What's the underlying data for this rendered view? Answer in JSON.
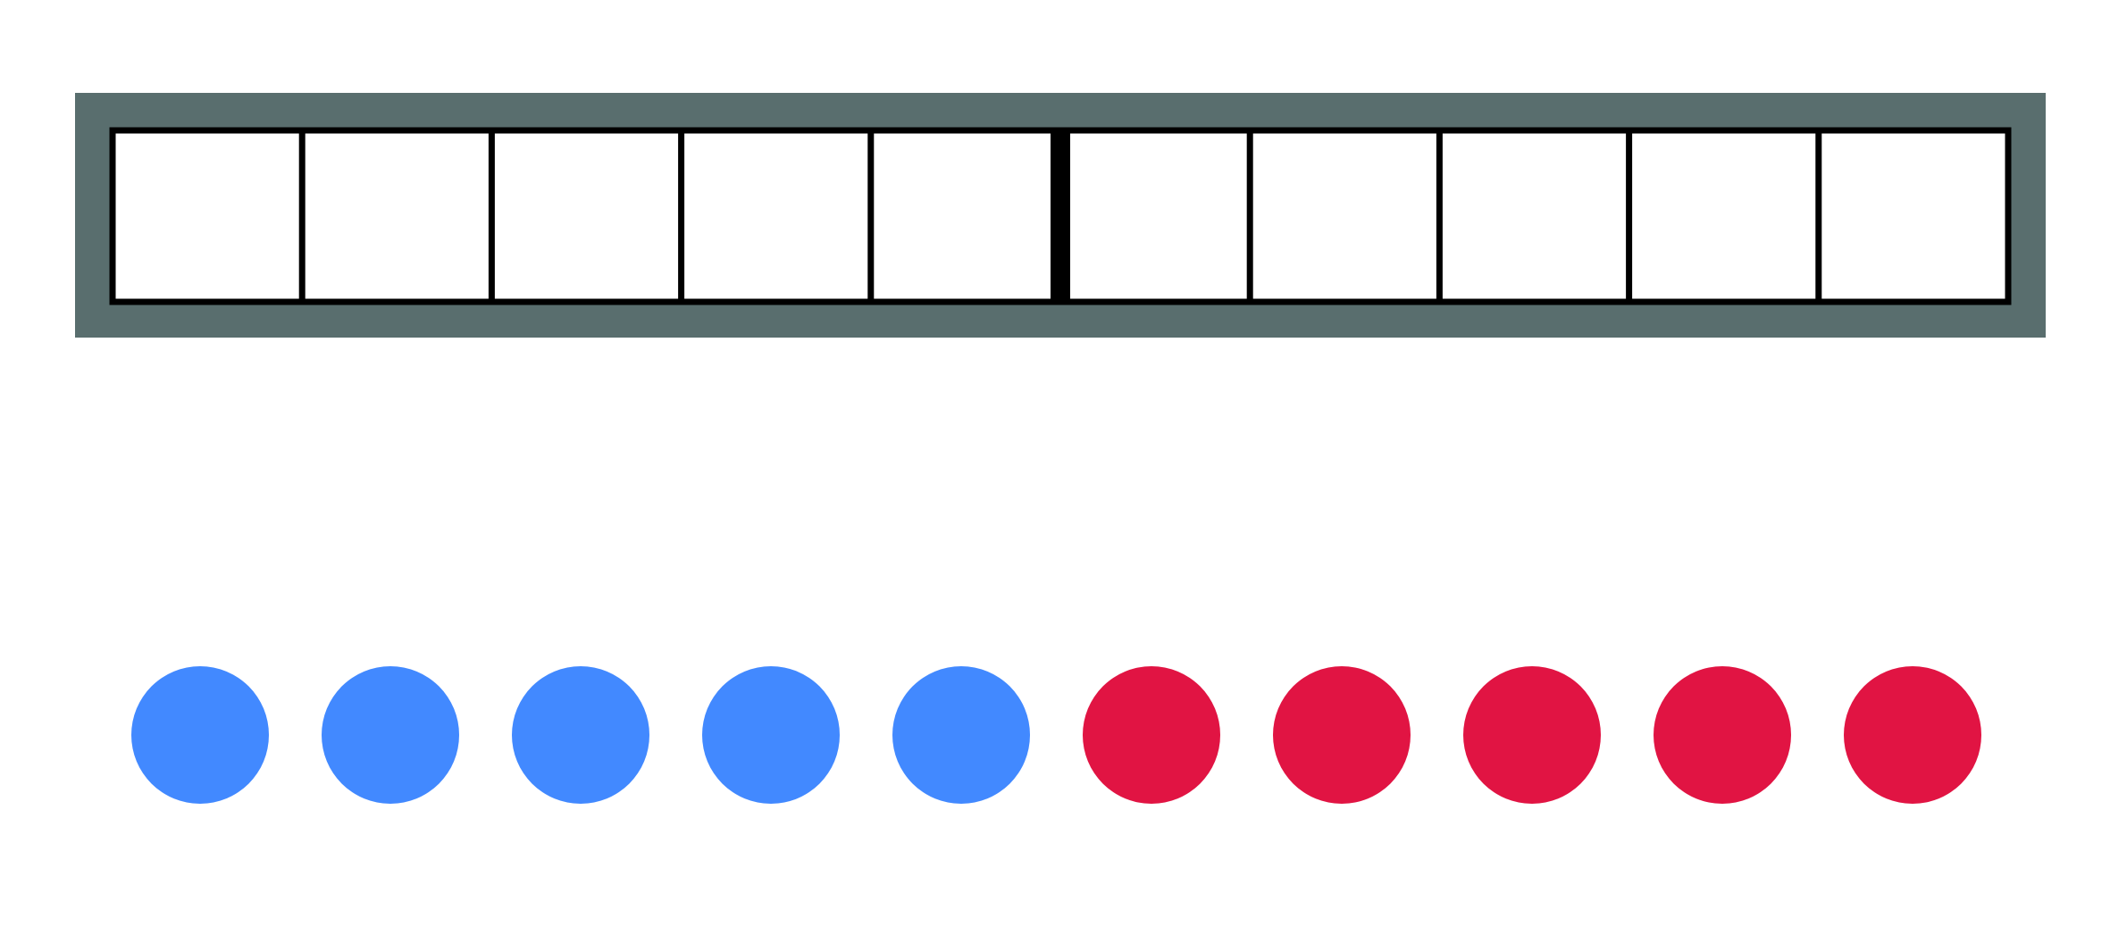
{
  "frame": {
    "rows": 1,
    "columns": 10,
    "divider_after_column": 5
  },
  "counters": [
    {
      "color": "blue"
    },
    {
      "color": "blue"
    },
    {
      "color": "blue"
    },
    {
      "color": "blue"
    },
    {
      "color": "blue"
    },
    {
      "color": "red"
    },
    {
      "color": "red"
    },
    {
      "color": "red"
    },
    {
      "color": "red"
    },
    {
      "color": "red"
    }
  ],
  "colors": {
    "frame_border": "#596e6e",
    "cell_fill": "#ffffff",
    "grid_line": "#000000",
    "blue": "#4289ff",
    "red": "#e11443"
  }
}
